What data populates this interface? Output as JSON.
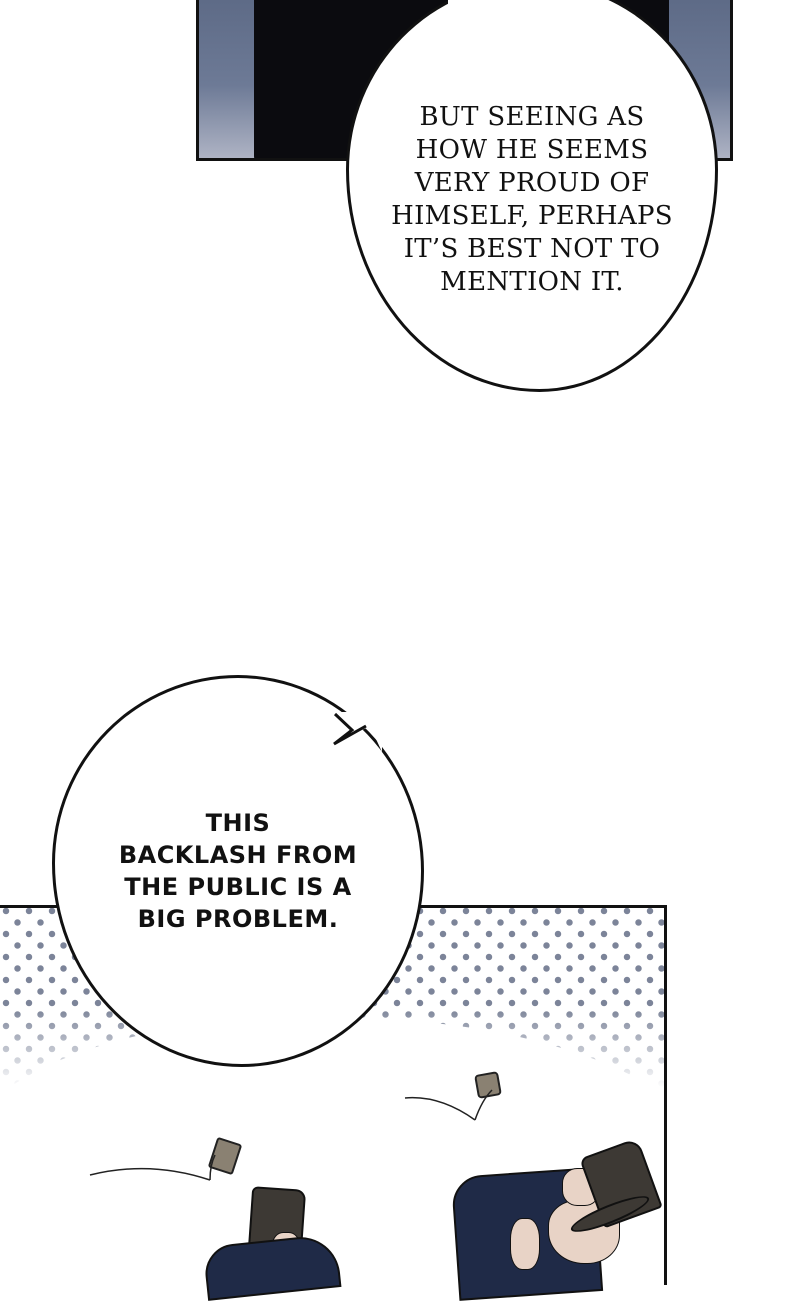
{
  "comic": {
    "panels": [
      {
        "id": "top-panel",
        "description": "dark-clad figure against blue-grey textured background"
      },
      {
        "id": "bottom-panel",
        "description": "two men in top hats and navy coats ducking from thrown rocks, halftone dot background"
      }
    ],
    "bubbles": [
      {
        "id": "bubble-top",
        "lines": [
          "BUT SEEING AS",
          "HOW HE SEEMS",
          "VERY PROUD OF",
          "HIMSELF, PERHAPS",
          "IT’S BEST NOT TO",
          "MENTION IT."
        ]
      },
      {
        "id": "bubble-bottom",
        "lines": [
          "THIS",
          "BACKLASH FROM",
          "THE PUBLIC IS A",
          "BIG PROBLEM."
        ]
      }
    ]
  },
  "colors": {
    "ink": "#111111",
    "halftone_dot": "#7c8499",
    "panel_bg_blue": "#6d7a96",
    "coat_navy": "#1f2a47",
    "hat_charcoal": "#3d3934",
    "rock_grey": "#8a8172",
    "skin": "#e8d3c6"
  }
}
